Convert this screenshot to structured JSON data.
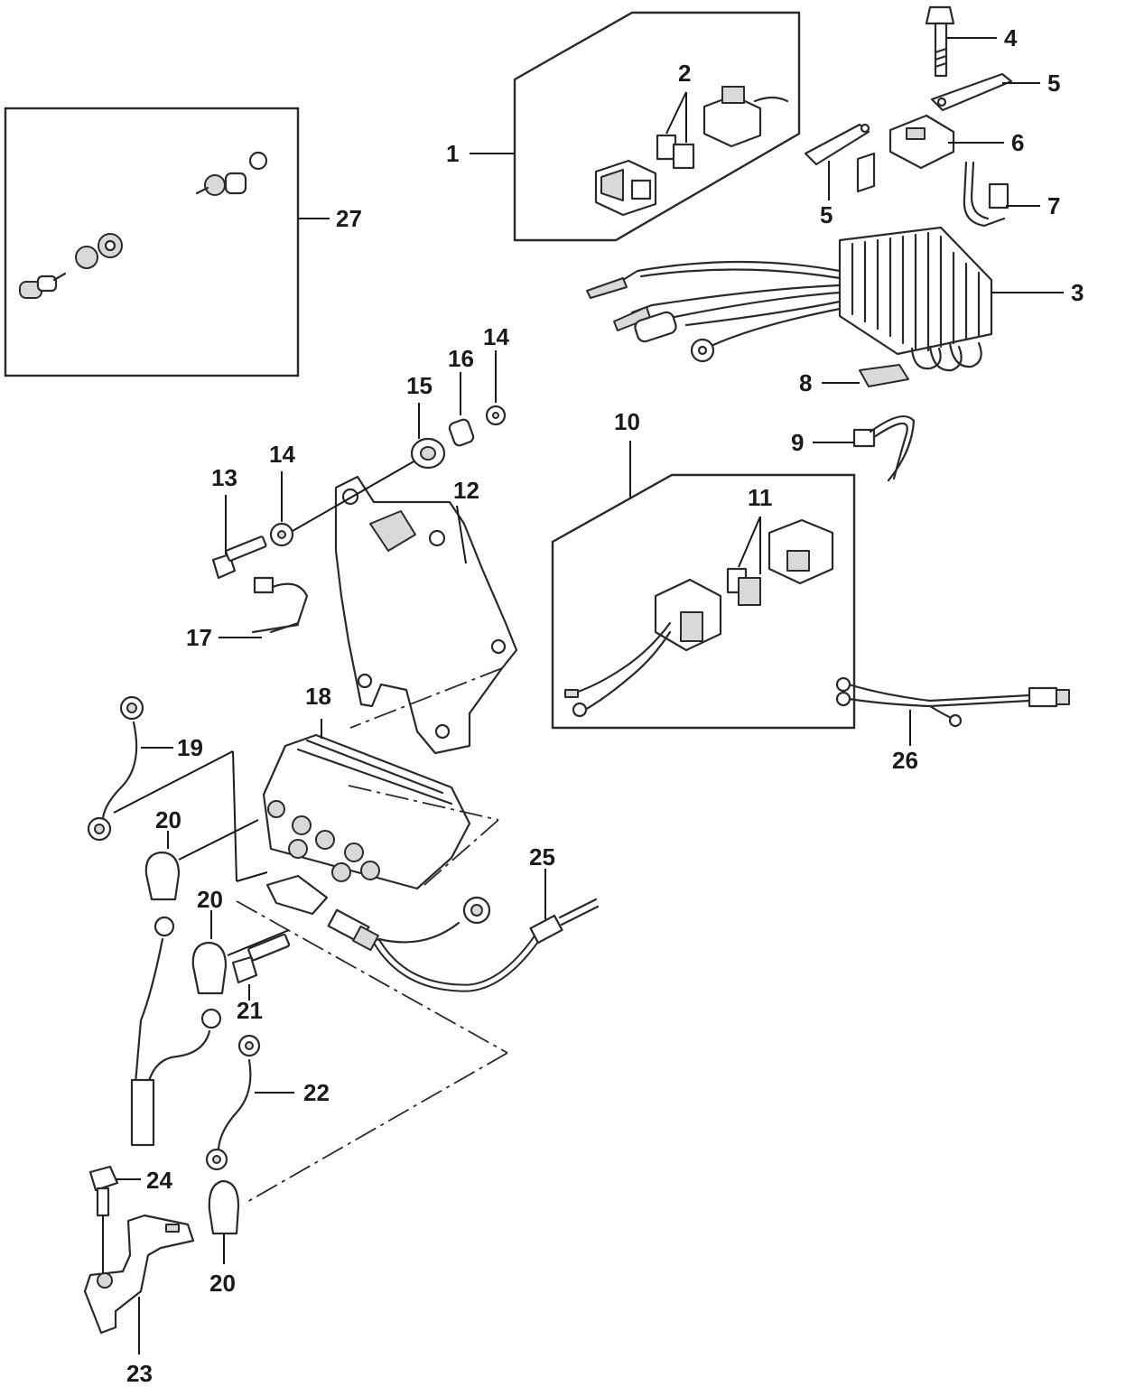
{
  "callouts": {
    "c1": "1",
    "c2": "2",
    "c3": "3",
    "c4": "4",
    "c5a": "5",
    "c5b": "5",
    "c6": "6",
    "c7": "7",
    "c8": "8",
    "c9": "9",
    "c10": "10",
    "c11": "11",
    "c12": "12",
    "c13": "13",
    "c14a": "14",
    "c14b": "14",
    "c15": "15",
    "c16": "16",
    "c17": "17",
    "c18": "18",
    "c19": "19",
    "c20a": "20",
    "c20b": "20",
    "c20c": "20",
    "c21": "21",
    "c22": "22",
    "c23": "23",
    "c24": "24",
    "c25": "25",
    "c26": "26",
    "c27": "27"
  }
}
